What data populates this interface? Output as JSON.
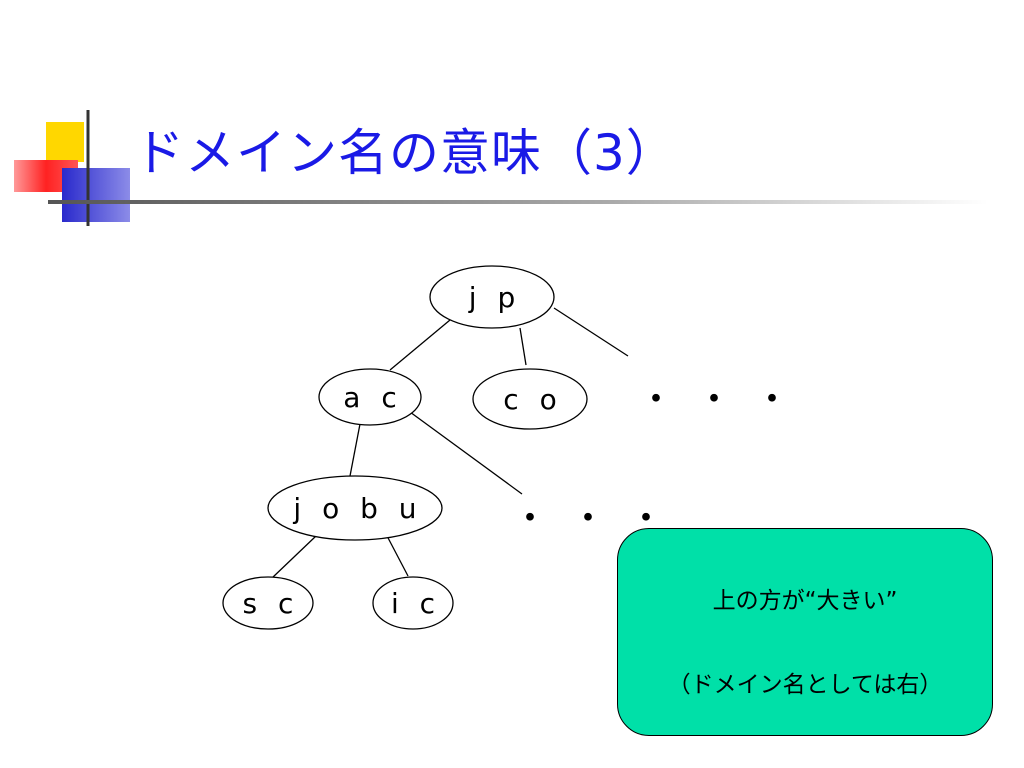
{
  "slide": {
    "title": "ドメイン名の意味（3）"
  },
  "tree": {
    "nodes": [
      {
        "id": "jp",
        "label": "j p"
      },
      {
        "id": "ac",
        "label": "a c"
      },
      {
        "id": "co",
        "label": "c o"
      },
      {
        "id": "jobu",
        "label": "j o b u"
      },
      {
        "id": "sc",
        "label": "s c"
      },
      {
        "id": "ic",
        "label": "i c"
      }
    ],
    "edges": [
      [
        "jp",
        "ac"
      ],
      [
        "jp",
        "co"
      ],
      [
        "ac",
        "jobu"
      ],
      [
        "jobu",
        "sc"
      ],
      [
        "jobu",
        "ic"
      ]
    ],
    "ellipsis": "・・・"
  },
  "callout": {
    "line1": "上の方が“大きい”",
    "line2": "（ドメイン名としては右）",
    "color": "#00e0a8"
  },
  "colors": {
    "title": "#1a1ae6",
    "accent_yellow": "#ffd700",
    "accent_red": "#ff3333",
    "accent_blue": "#2a2acc"
  }
}
